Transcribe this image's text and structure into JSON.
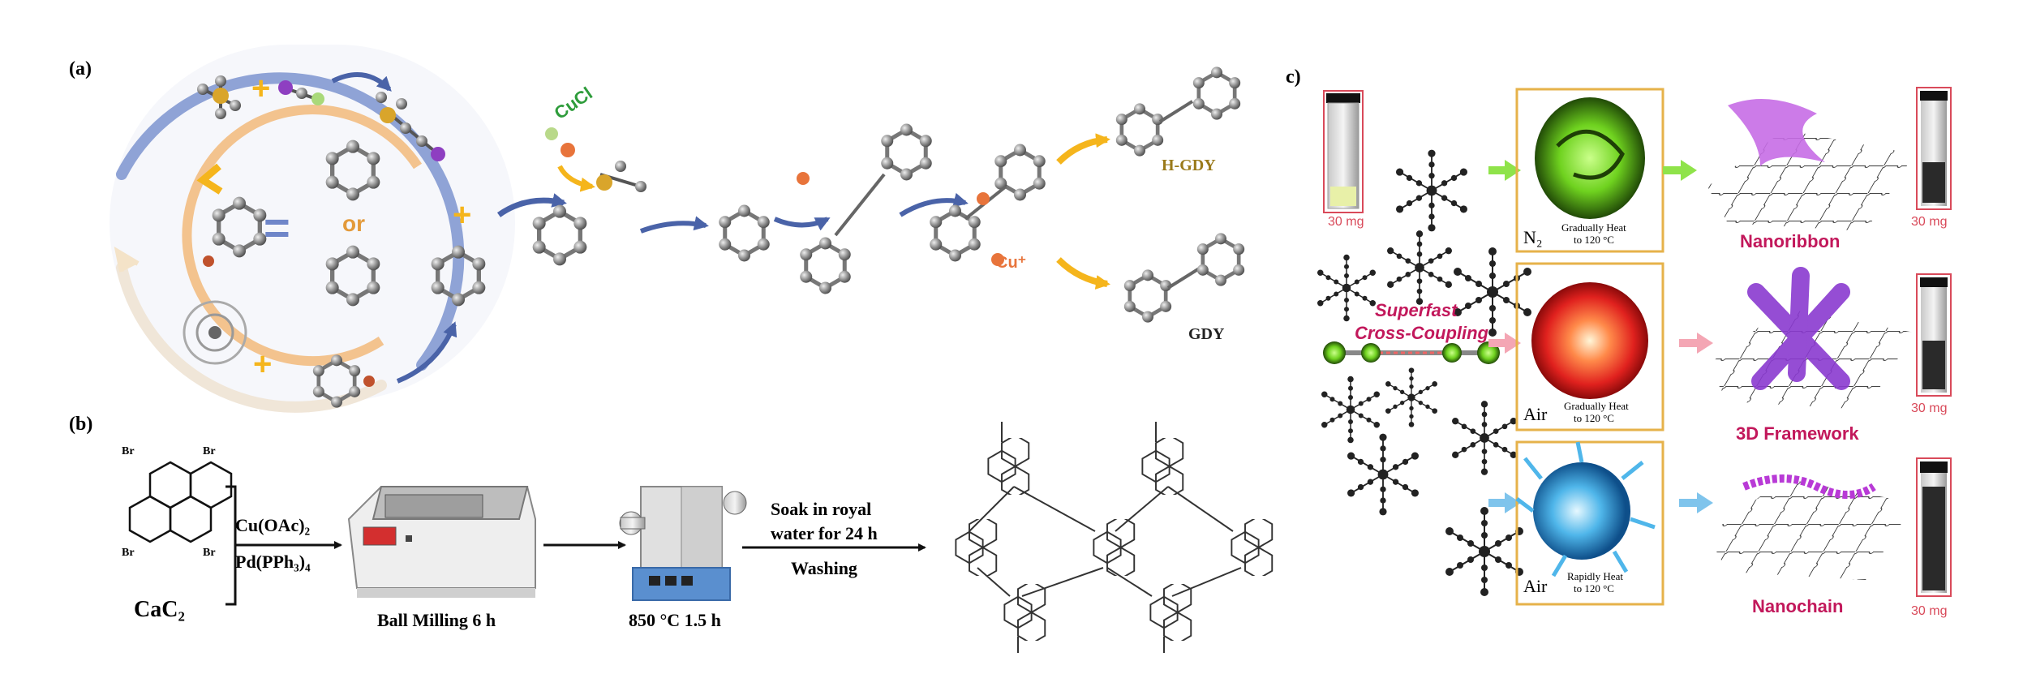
{
  "panel_a": {
    "label": "(a)",
    "or_text": "or",
    "equals": "=",
    "plus": "+",
    "catalyst": "CuCl",
    "cu_ion": "Cu⁺",
    "products": [
      "H-GDY",
      "GDY"
    ]
  },
  "panel_b": {
    "label": "(b)",
    "reagent": "CaC₂",
    "conditions": [
      "Cu(OAc)₂",
      "Pd(PPh₃)₄"
    ],
    "substituent": "Br",
    "step1": "Ball Milling 6 h",
    "step2": "850 °C 1.5 h",
    "step3_line1": "Soak in royal",
    "step3_line2": "water for 24 h",
    "step3_line3": "Washing"
  },
  "panel_c": {
    "label": "c)",
    "mass": "30 mg",
    "heading_line1": "Superfast",
    "heading_line2": "Cross-Coupling",
    "rows": [
      {
        "atmosphere": "N₂",
        "heat_line1": "Gradually Heat",
        "heat_line2": "to 120 °C",
        "product": "Nanoribbon"
      },
      {
        "atmosphere": "Air",
        "heat_line1": "Gradually Heat",
        "heat_line2": "to 120 °C",
        "product": "3D Framework"
      },
      {
        "atmosphere": "Air",
        "heat_line1": "Rapidly Heat",
        "heat_line2": "to 120 °C",
        "product": "Nanochain"
      }
    ]
  },
  "colors": {
    "outer_ring": "#8fa3d6",
    "inner_ring": "#f2b16a",
    "plus": "#f5b51c",
    "arrow_blue": "#4a63a8",
    "cu_orange": "#e8743b",
    "magenta": "#c2185b",
    "green": "#6fd21f",
    "frame_gold": "#e6b24a"
  }
}
